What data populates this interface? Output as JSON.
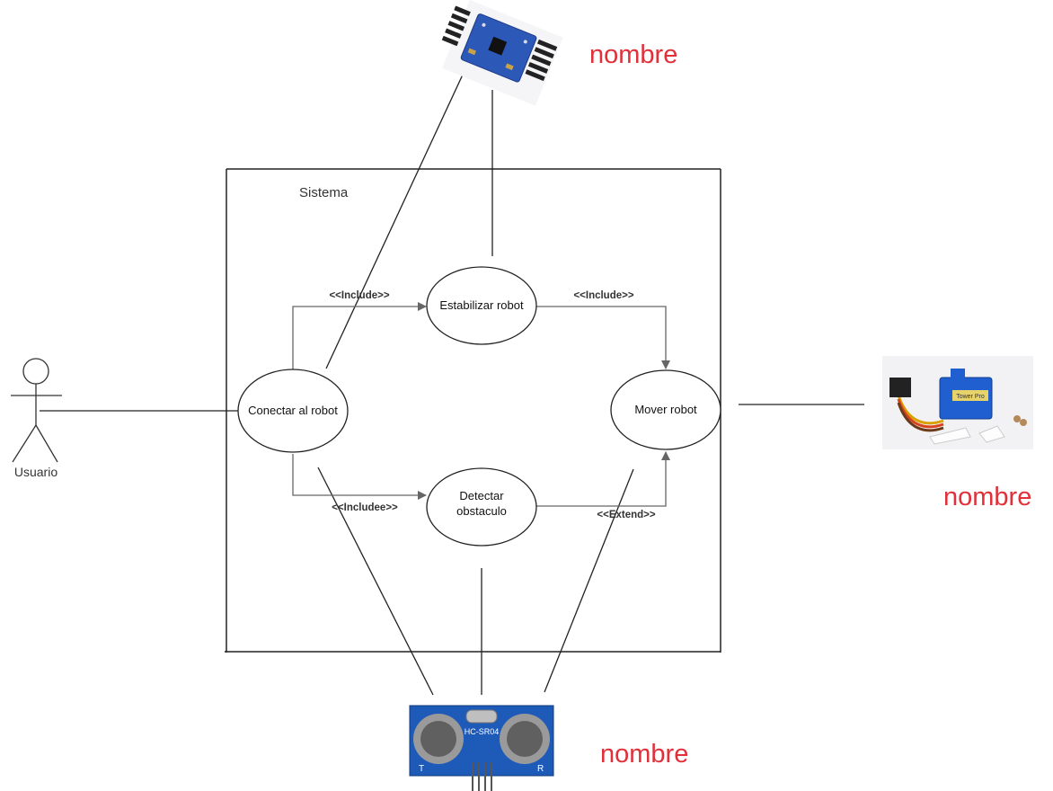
{
  "system": {
    "label": "Sistema"
  },
  "actor": {
    "label": "Usuario"
  },
  "use_cases": {
    "conectar": "Conectar al robot",
    "estabilizar": "Estabilizar robot",
    "mover": "Mover robot",
    "detectar_line1": "Detectar",
    "detectar_line2": "obstaculo"
  },
  "relations": {
    "include_1": "<<Include>>",
    "include_2": "<<Include>>",
    "includee": "<<Includee>>",
    "extend": "<<Extend>>"
  },
  "hardware": {
    "gyro_label": "nombre",
    "servo_label": "nombre",
    "sonar_label": "nombre",
    "sonar_chip_text": "HC-SR04",
    "sonar_t": "T",
    "sonar_r": "R",
    "servo_brand": "Tower Pro"
  },
  "colors": {
    "label_red": "#e0303a",
    "line": "#222222",
    "arrow": "#666666"
  }
}
